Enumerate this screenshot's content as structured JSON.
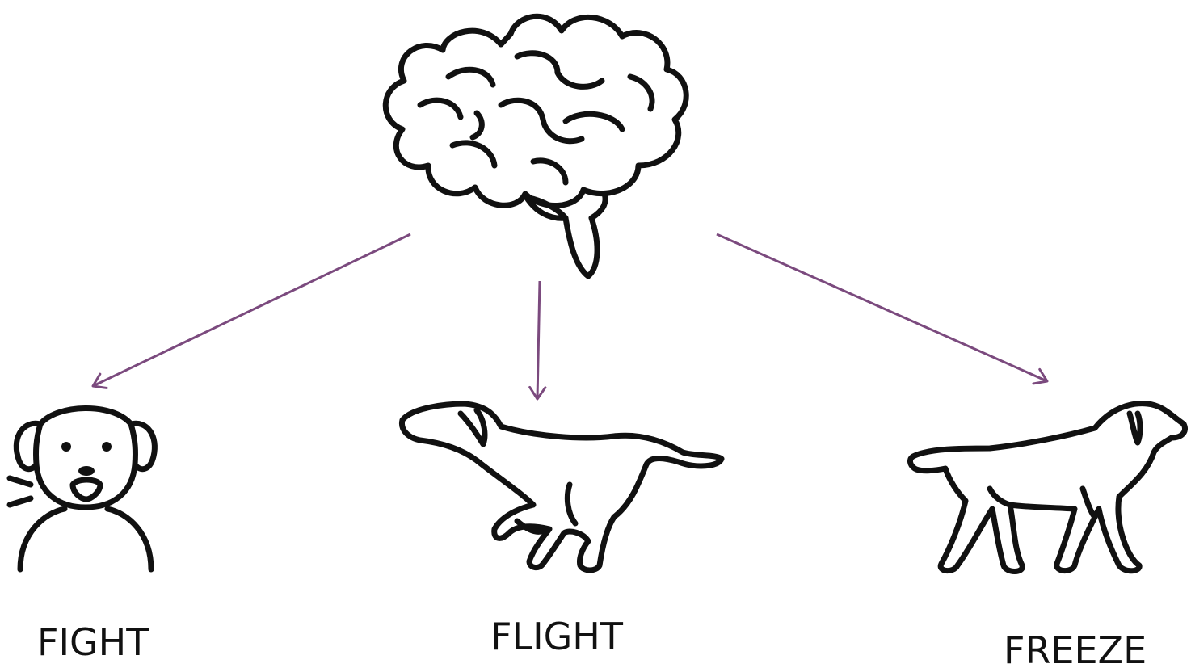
{
  "diagram": {
    "arrow_color": "#7b4a7e",
    "ink_color": "#111111",
    "center": {
      "icon": "brain-icon"
    },
    "responses": [
      {
        "label": "FIGHT",
        "icon": "barking-dog-icon"
      },
      {
        "label": "FLIGHT",
        "icon": "running-dog-icon"
      },
      {
        "label": "FREEZE",
        "icon": "pointing-dog-icon"
      }
    ]
  }
}
